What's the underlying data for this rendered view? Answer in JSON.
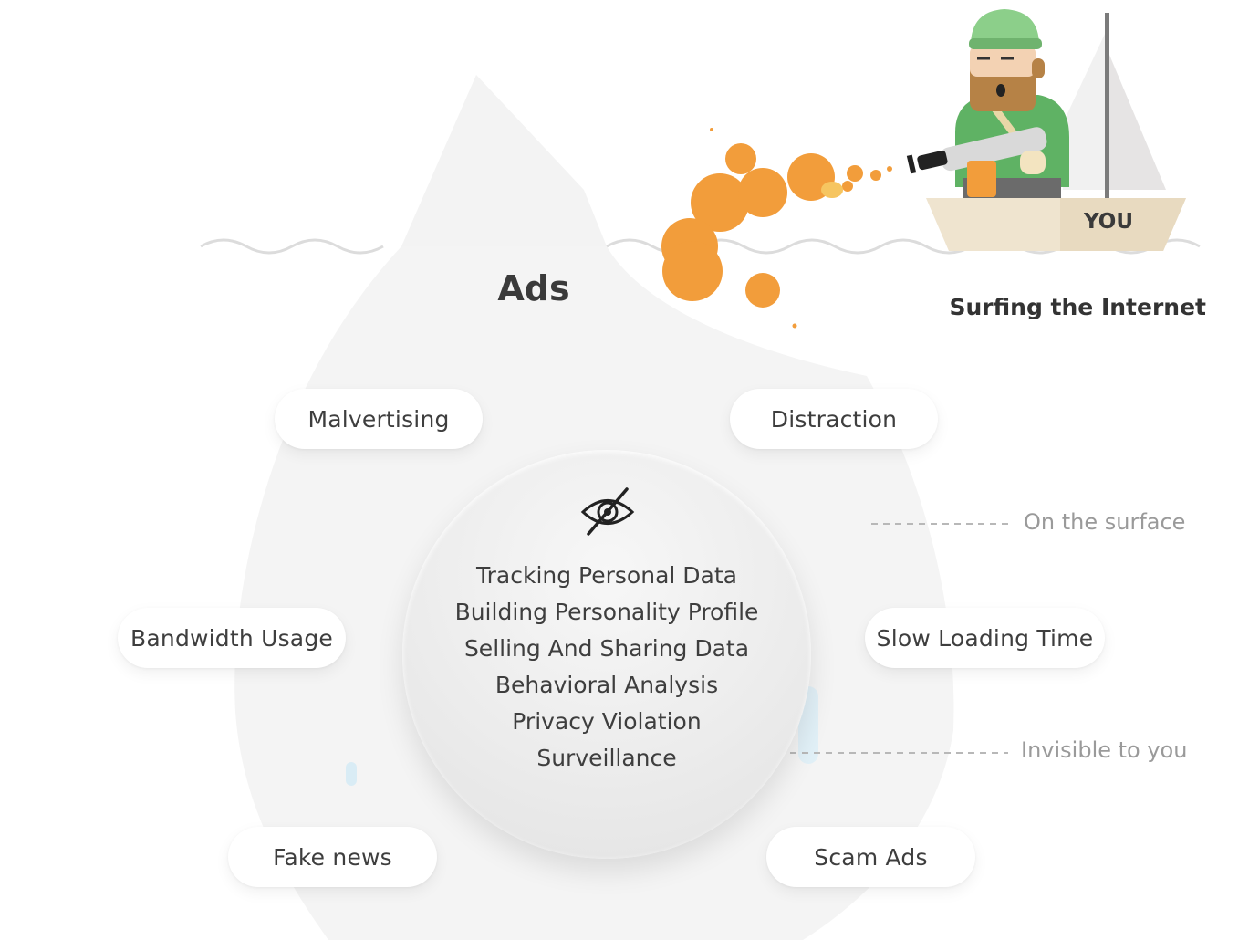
{
  "header": {
    "title": "Ads",
    "surface_caption": "Surfing the Internet",
    "boat_label": "YOU"
  },
  "surface_items": [
    "Malvertising",
    "Distraction"
  ],
  "side_items": [
    "Bandwidth Usage",
    "Slow Loading Time"
  ],
  "bottom_items": [
    "Fake news",
    "Scam Ads"
  ],
  "core": {
    "icon": "eye-slash-icon",
    "items": [
      "Tracking Personal Data",
      "Building Personality Profile",
      "Selling And Sharing Data",
      "Behavioral Analysis",
      "Privacy Violation",
      "Surveillance"
    ]
  },
  "annotations": {
    "surface": "On the surface",
    "invisible": "Invisible to you"
  },
  "colors": {
    "ad_orange": "#f29d3b",
    "iceberg": "#f4f4f4",
    "water_line": "#dcdcdc",
    "hat_green": "#8ccf8a",
    "boat": "#efe4cf"
  }
}
